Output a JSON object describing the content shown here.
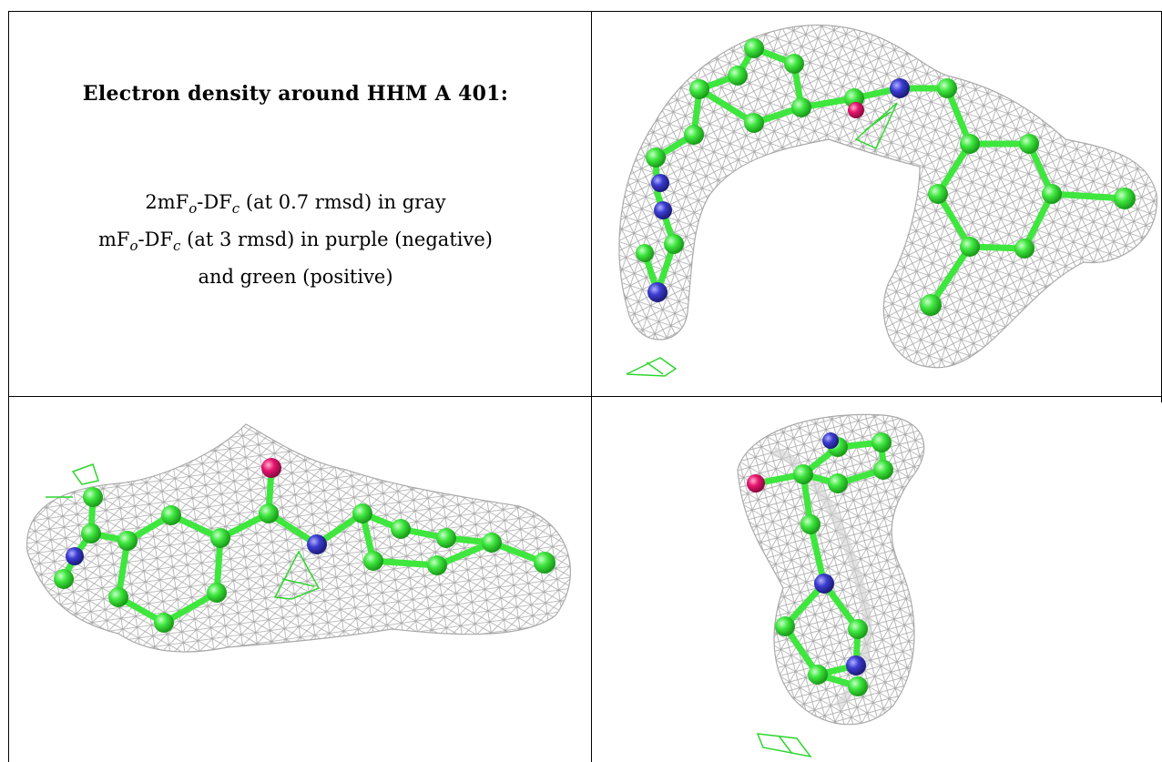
{
  "title": "Electron density around HHM A 401:",
  "legend": {
    "line1_prefix": "2mF",
    "line1_sub1": "o",
    "line1_mid": "-DF",
    "line1_sub2": "c",
    "line1_suffix": " (at 0.7 rmsd) in gray",
    "line2_prefix": "mF",
    "line2_sub1": "o",
    "line2_mid": "-DF",
    "line2_sub2": "c",
    "line2_suffix": " (at 3 rmsd) in purple (negative)",
    "line3": "and green (positive)"
  },
  "colors": {
    "carbon": "#3ee63e",
    "nitrogen": "#3b3bd0",
    "oxygen": "#e8146e",
    "mesh": "#a9a9a9",
    "positive_density": "#2ed62e",
    "border": "#000000"
  },
  "panels": [
    "view-top-right",
    "view-bottom-left",
    "view-bottom-right"
  ]
}
